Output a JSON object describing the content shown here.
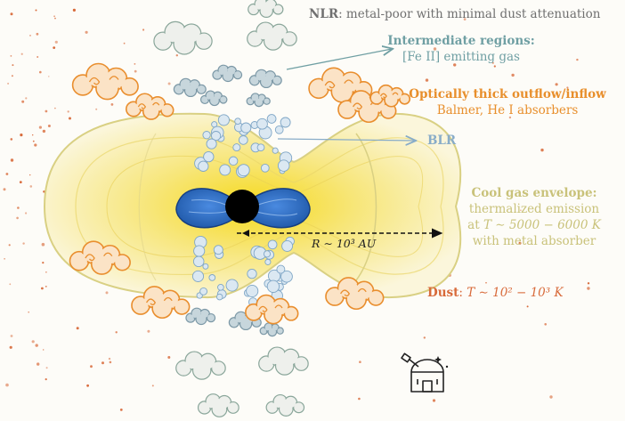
{
  "labels": {
    "nlr": {
      "term": "NLR",
      "text": ": metal-poor with minimal dust attenuation"
    },
    "intermediate": {
      "title": "Intermediate regions:",
      "line1": "[Fe II] emitting gas"
    },
    "outflow": {
      "title": "Optically thick outflow/inflow",
      "line1": "Balmer, He I absorbers"
    },
    "blr": {
      "title": "BLR"
    },
    "cool_gas": {
      "title": "Cool gas envelope:",
      "line1": "thermalized emission",
      "line2_prefix": "at ",
      "line2_math": "T ∼ 5000 − 6000 K",
      "line3": "with metal absorber"
    },
    "dust": {
      "term": "Dust",
      "sep": ": ",
      "math": "T ∼ 10² − 10³ K"
    },
    "scale": {
      "math": "R ∼ 10³ AU"
    }
  },
  "icons": [
    "cloud-icon",
    "swirl-cloud-icon",
    "black-hole-icon",
    "accretion-disk-icon",
    "observatory-icon"
  ],
  "colors": {
    "nlr_text": "#707070",
    "intermediate": "#6f9fa3",
    "outflow": "#e88f2c",
    "blr": "#88acc8",
    "cool_gas": "#c9c27a",
    "dust": "#d86a3a",
    "disk": "#2f6fc0",
    "black_hole": "#000000"
  }
}
